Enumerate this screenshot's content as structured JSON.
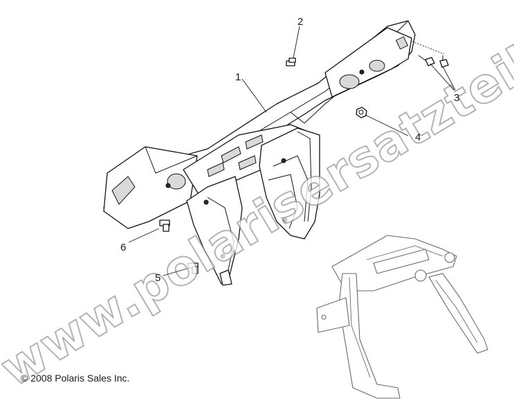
{
  "callouts": [
    "1",
    "2",
    "3",
    "4",
    "5",
    "6"
  ],
  "copyright": "© 2008 Polaris Sales Inc.",
  "watermark": "www.polarisersatzteile.de",
  "colors": {
    "line": "#111111",
    "watermark_outline": "#9a9a9a",
    "background": "#ffffff"
  }
}
